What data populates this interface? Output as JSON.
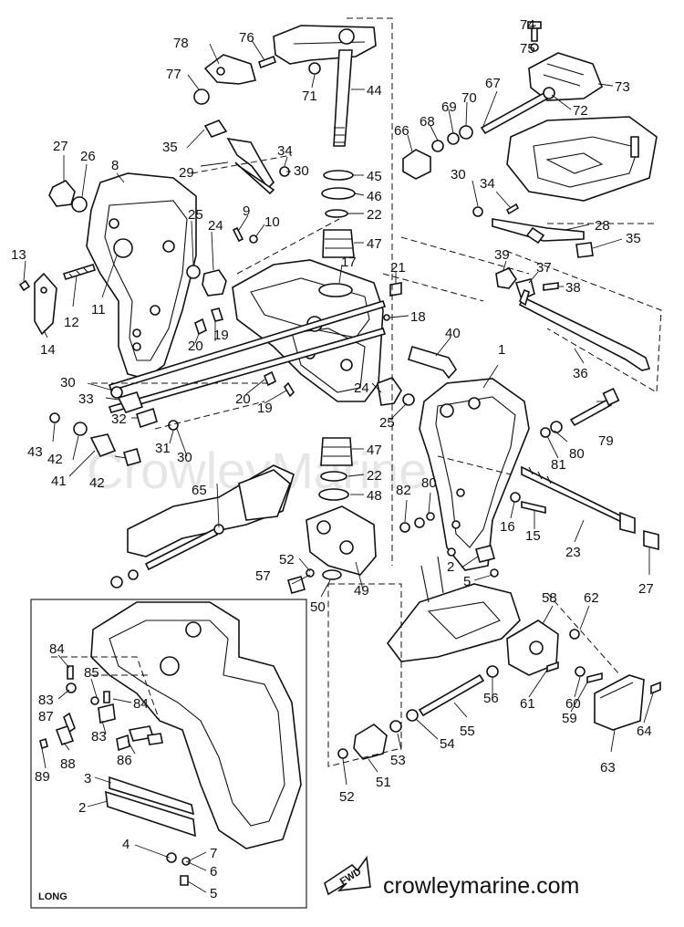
{
  "diagram": {
    "watermark": "CrowleyMarine",
    "footer_text": "crowleymarine.com",
    "fwd_label": "FWD",
    "inset_label": "LONG",
    "callouts": [
      {
        "id": "c74",
        "text": "74"
      },
      {
        "id": "c75",
        "text": "75"
      },
      {
        "id": "c78",
        "text": "78"
      },
      {
        "id": "c76",
        "text": "76"
      },
      {
        "id": "c77",
        "text": "77"
      },
      {
        "id": "c71",
        "text": "71"
      },
      {
        "id": "c44",
        "text": "44"
      },
      {
        "id": "c67",
        "text": "67"
      },
      {
        "id": "c73",
        "text": "73"
      },
      {
        "id": "c69",
        "text": "69"
      },
      {
        "id": "c70",
        "text": "70"
      },
      {
        "id": "c72",
        "text": "72"
      },
      {
        "id": "c66",
        "text": "66"
      },
      {
        "id": "c68",
        "text": "68"
      },
      {
        "id": "c35a",
        "text": "35"
      },
      {
        "id": "c34a",
        "text": "34"
      },
      {
        "id": "c30a",
        "text": "30"
      },
      {
        "id": "c29",
        "text": "29"
      },
      {
        "id": "c27a",
        "text": "27"
      },
      {
        "id": "c26",
        "text": "26"
      },
      {
        "id": "c8",
        "text": "8"
      },
      {
        "id": "c45",
        "text": "45"
      },
      {
        "id": "c46",
        "text": "46"
      },
      {
        "id": "c22a",
        "text": "22"
      },
      {
        "id": "c30b",
        "text": "30"
      },
      {
        "id": "c34b",
        "text": "34"
      },
      {
        "id": "c28",
        "text": "28"
      },
      {
        "id": "c35b",
        "text": "35"
      },
      {
        "id": "c9",
        "text": "9"
      },
      {
        "id": "c10",
        "text": "10"
      },
      {
        "id": "c25a",
        "text": "25"
      },
      {
        "id": "c24a",
        "text": "24"
      },
      {
        "id": "c47a",
        "text": "47"
      },
      {
        "id": "c13",
        "text": "13"
      },
      {
        "id": "c17",
        "text": "17"
      },
      {
        "id": "c21",
        "text": "21"
      },
      {
        "id": "c39",
        "text": "39"
      },
      {
        "id": "c37",
        "text": "37"
      },
      {
        "id": "c38",
        "text": "38"
      },
      {
        "id": "c12",
        "text": "12"
      },
      {
        "id": "c11",
        "text": "11"
      },
      {
        "id": "c14",
        "text": "14"
      },
      {
        "id": "c18",
        "text": "18"
      },
      {
        "id": "c40",
        "text": "40"
      },
      {
        "id": "c19a",
        "text": "19"
      },
      {
        "id": "c20a",
        "text": "20"
      },
      {
        "id": "c36",
        "text": "36"
      },
      {
        "id": "c1",
        "text": "1"
      },
      {
        "id": "c30c",
        "text": "30"
      },
      {
        "id": "c33",
        "text": "33"
      },
      {
        "id": "c32",
        "text": "32"
      },
      {
        "id": "c20b",
        "text": "20"
      },
      {
        "id": "c19b",
        "text": "19"
      },
      {
        "id": "c24b",
        "text": "24"
      },
      {
        "id": "c25b",
        "text": "25"
      },
      {
        "id": "c79",
        "text": "79"
      },
      {
        "id": "c43",
        "text": "43"
      },
      {
        "id": "c31",
        "text": "31"
      },
      {
        "id": "c30d",
        "text": "30"
      },
      {
        "id": "c47b",
        "text": "47"
      },
      {
        "id": "c80a",
        "text": "80"
      },
      {
        "id": "c81",
        "text": "81"
      },
      {
        "id": "c42a",
        "text": "42"
      },
      {
        "id": "c41",
        "text": "41"
      },
      {
        "id": "c42b",
        "text": "42"
      },
      {
        "id": "c22b",
        "text": "22"
      },
      {
        "id": "c65",
        "text": "65"
      },
      {
        "id": "c48",
        "text": "48"
      },
      {
        "id": "c82",
        "text": "82"
      },
      {
        "id": "c80b",
        "text": "80"
      },
      {
        "id": "c16",
        "text": "16"
      },
      {
        "id": "c15",
        "text": "15"
      },
      {
        "id": "c23",
        "text": "23"
      },
      {
        "id": "c52a",
        "text": "52"
      },
      {
        "id": "c57",
        "text": "57"
      },
      {
        "id": "c2a",
        "text": "2"
      },
      {
        "id": "c5a",
        "text": "5"
      },
      {
        "id": "c49",
        "text": "49"
      },
      {
        "id": "c50",
        "text": "50"
      },
      {
        "id": "c27b",
        "text": "27"
      },
      {
        "id": "c58",
        "text": "58"
      },
      {
        "id": "c62",
        "text": "62"
      },
      {
        "id": "c84a",
        "text": "84"
      },
      {
        "id": "c85",
        "text": "85"
      },
      {
        "id": "c83a",
        "text": "83"
      },
      {
        "id": "c84b",
        "text": "84"
      },
      {
        "id": "c87",
        "text": "87"
      },
      {
        "id": "c56",
        "text": "56"
      },
      {
        "id": "c61",
        "text": "61"
      },
      {
        "id": "c60",
        "text": "60"
      },
      {
        "id": "c55",
        "text": "55"
      },
      {
        "id": "c59",
        "text": "59"
      },
      {
        "id": "c64",
        "text": "64"
      },
      {
        "id": "c83b",
        "text": "83"
      },
      {
        "id": "c88",
        "text": "88"
      },
      {
        "id": "c86",
        "text": "86"
      },
      {
        "id": "c54",
        "text": "54"
      },
      {
        "id": "c53",
        "text": "53"
      },
      {
        "id": "c63",
        "text": "63"
      },
      {
        "id": "c89",
        "text": "89"
      },
      {
        "id": "c3",
        "text": "3"
      },
      {
        "id": "c52b",
        "text": "52"
      },
      {
        "id": "c51",
        "text": "51"
      },
      {
        "id": "c2b",
        "text": "2"
      },
      {
        "id": "c4",
        "text": "4"
      },
      {
        "id": "c7",
        "text": "7"
      },
      {
        "id": "c6",
        "text": "6"
      },
      {
        "id": "c5b",
        "text": "5"
      }
    ]
  }
}
